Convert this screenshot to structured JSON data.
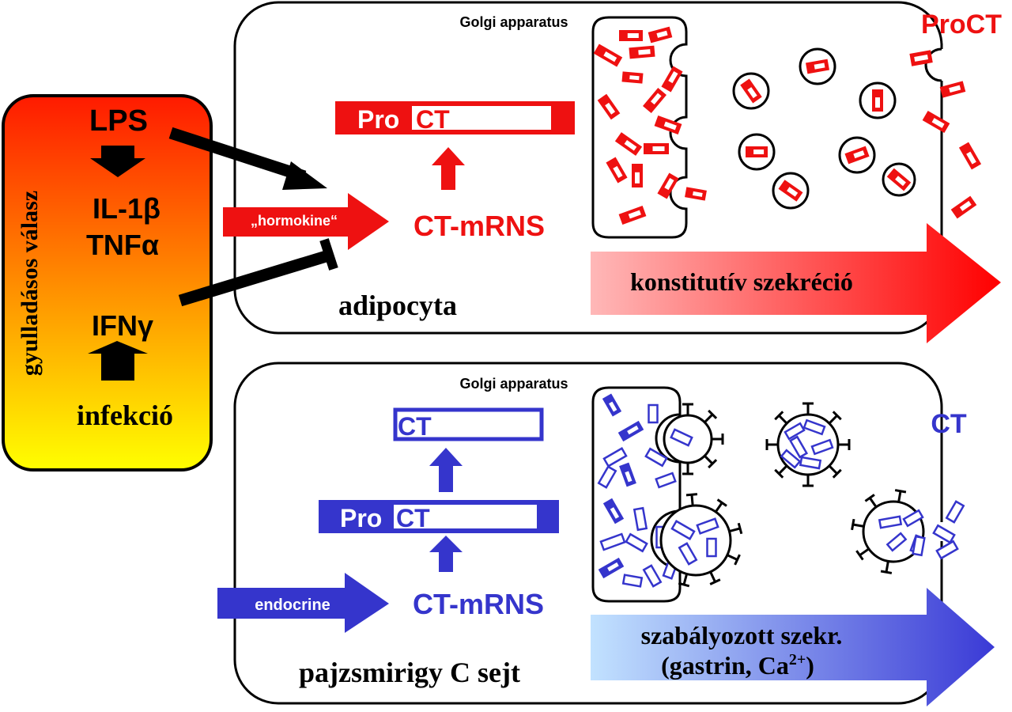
{
  "colors": {
    "red": "#ee1111",
    "blue": "#3535cc",
    "black": "#000000",
    "panel_top": "#ff1a00",
    "panel_mid": "#ff8c00",
    "panel_bottom": "#ffff00"
  },
  "left_panel": {
    "vertical_label": "gyulladásos válasz",
    "lps": "LPS",
    "il1b": "IL-1β",
    "tnfa": "TNFα",
    "ifng": "IFNγ",
    "infection": "infekció"
  },
  "top_cell": {
    "golgi_label": "Golgi apparatus",
    "procalc_bar": {
      "pro": "Pro",
      "ct": "CT"
    },
    "mrna": "CT-mRNS",
    "hormokine_arrow": "„hormokine“",
    "cell_name": "adipocyta",
    "secretion_arrow": "konstitutív szekréció",
    "product_label": "ProCT"
  },
  "bottom_cell": {
    "golgi_label": "Golgi apparatus",
    "ct_bar": "CT",
    "procalc_bar": {
      "pro": "Pro",
      "ct": "CT"
    },
    "mrna": "CT-mRNS",
    "endocrine_arrow": "endocrine",
    "cell_name": "pajzsmirigy C sejt",
    "secretion_line1": "szabályozott szekr.",
    "secretion_line2_prefix": "(gastrin, Ca",
    "secretion_line2_sup": "2+",
    "secretion_line2_suffix": ")",
    "product_label": "CT"
  }
}
